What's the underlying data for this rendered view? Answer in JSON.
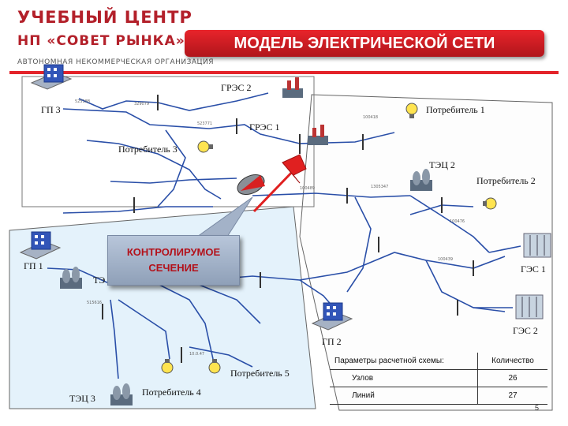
{
  "header": {
    "org_line1": "УЧЕБНЫЙ ЦЕНТР",
    "org_line2": "НП «СОВЕТ РЫНКА»",
    "org_line3": "АВТОНОМНАЯ НЕКОММЕРЧЕСКАЯ ОРГАНИЗАЦИЯ",
    "title": "МОДЕЛЬ ЭЛЕКТРИЧЕСКОЙ СЕТИ"
  },
  "labels": {
    "gres2": "ГРЭС 2",
    "gp3": "ГП 3",
    "consumer1": "Потребитель 1",
    "gres1": "ГРЭС 1",
    "consumer3": "Потребитель 3",
    "tec2": "ТЭЦ 2",
    "consumer2": "Потребитель 2",
    "gp1": "ГП 1",
    "tec1": "ТЭ",
    "ges1": "ГЭС 1",
    "ges2": "ГЭС 2",
    "gp2": "ГП 2",
    "consumer5": "Потребитель 5",
    "consumer4": "Потребитель 4",
    "tec3": "ТЭЦ 3"
  },
  "callout": "КОНТРОЛИРУМОЕ СЕЧЕНИЕ",
  "params": {
    "header_name": "Параметры расчетной схемы:",
    "header_value": "Количество",
    "rows": [
      {
        "name": "Узлов",
        "value": "26"
      },
      {
        "name": "Линий",
        "value": "27"
      }
    ]
  },
  "page_number": "5",
  "colors": {
    "brand_red": "#b3202a",
    "banner_red": "#e3232a",
    "line_blue": "#2a4fa8",
    "section_red": "#e02020"
  }
}
